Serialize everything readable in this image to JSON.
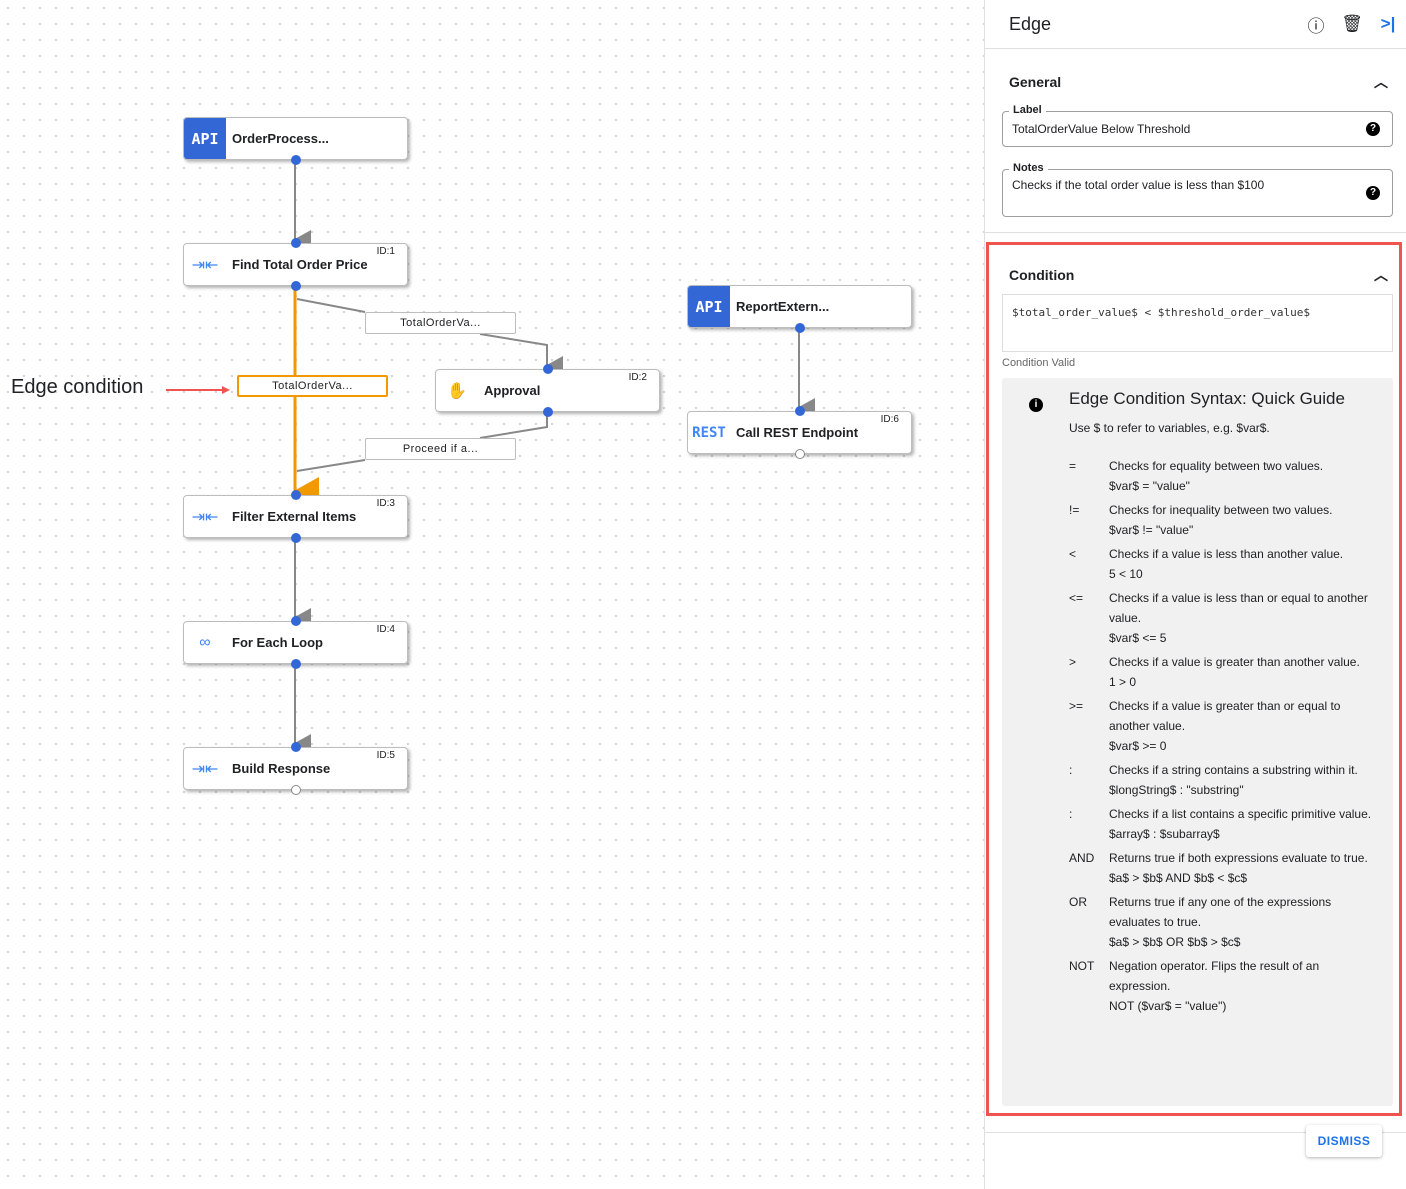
{
  "canvas": {
    "annotation": "Edge condition",
    "nodes": [
      {
        "name": "OrderProcess...",
        "type": "api",
        "icon": "API",
        "id": ""
      },
      {
        "name": "Find Total Order Price",
        "type": "mapper",
        "icon": "mapper-icon",
        "id": "ID:1"
      },
      {
        "name": "Approval",
        "type": "approval",
        "icon": "hand-icon",
        "id": "ID:2"
      },
      {
        "name": "Filter External Items",
        "type": "mapper",
        "icon": "mapper-icon",
        "id": "ID:3"
      },
      {
        "name": "For Each Loop",
        "type": "loop",
        "icon": "loop-icon",
        "id": "ID:4"
      },
      {
        "name": "Build Response",
        "type": "mapper",
        "icon": "mapper-icon",
        "id": "ID:5"
      },
      {
        "name": "ReportExtern...",
        "type": "api",
        "icon": "API",
        "id": ""
      },
      {
        "name": "Call REST Endpoint",
        "type": "rest",
        "icon": "REST",
        "id": "ID:6"
      }
    ],
    "edge_labels": [
      "TotalOrderVa...",
      "TotalOrderVa...",
      "Proceed if a..."
    ],
    "colors": {
      "selected_edge": "#f29900",
      "port": "#3367d6",
      "annotation_arrow": "#f0544f"
    }
  },
  "panel": {
    "title": "Edge",
    "icons": [
      "help-icon",
      "delete-icon",
      "collapse-panel-icon"
    ],
    "general": {
      "title": "General",
      "label_legend": "Label",
      "label_value": "TotalOrderValue Below Threshold",
      "notes_legend": "Notes",
      "notes_value": "Checks if the total order value is less than $100"
    },
    "condition": {
      "title": "Condition",
      "value": "$total_order_value$ < $threshold_order_value$",
      "status": "Condition Valid"
    },
    "guide": {
      "title": "Edge Condition Syntax: Quick Guide",
      "subtitle": "Use $ to refer to variables, e.g. $var$.",
      "rows": [
        {
          "op": "=",
          "desc": "Checks for equality between two values.",
          "ex": "$var$ = \"value\""
        },
        {
          "op": "!=",
          "desc": "Checks for inequality between two values.",
          "ex": "$var$ != \"value\""
        },
        {
          "op": "<",
          "desc": "Checks if a value is less than another value.",
          "ex": "5 < 10"
        },
        {
          "op": "<=",
          "desc": "Checks if a value is less than or equal to another value.",
          "ex": "$var$ <= 5"
        },
        {
          "op": ">",
          "desc": "Checks if a value is greater than another value.",
          "ex": "1 > 0"
        },
        {
          "op": ">=",
          "desc": "Checks if a value is greater than or equal to another value.",
          "ex": "$var$ >= 0"
        },
        {
          "op": ":",
          "desc": "Checks if a string contains a substring within it.",
          "ex": "$longString$ : \"substring\""
        },
        {
          "op": ":",
          "desc": "Checks if a list contains a specific primitive value.",
          "ex": "$array$ : $subarray$"
        },
        {
          "op": "AND",
          "desc": "Returns true if both expressions evaluate to true.",
          "ex": "$a$ > $b$ AND $b$ < $c$"
        },
        {
          "op": "OR",
          "desc": "Returns true if any one of the expressions evaluates to true.",
          "ex": "$a$ > $b$ OR $b$ > $c$"
        },
        {
          "op": "NOT",
          "desc": "Negation operator. Flips the result of an expression.",
          "ex": "NOT ($var$ = \"value\")"
        }
      ]
    },
    "dismiss": "DISMISS"
  }
}
